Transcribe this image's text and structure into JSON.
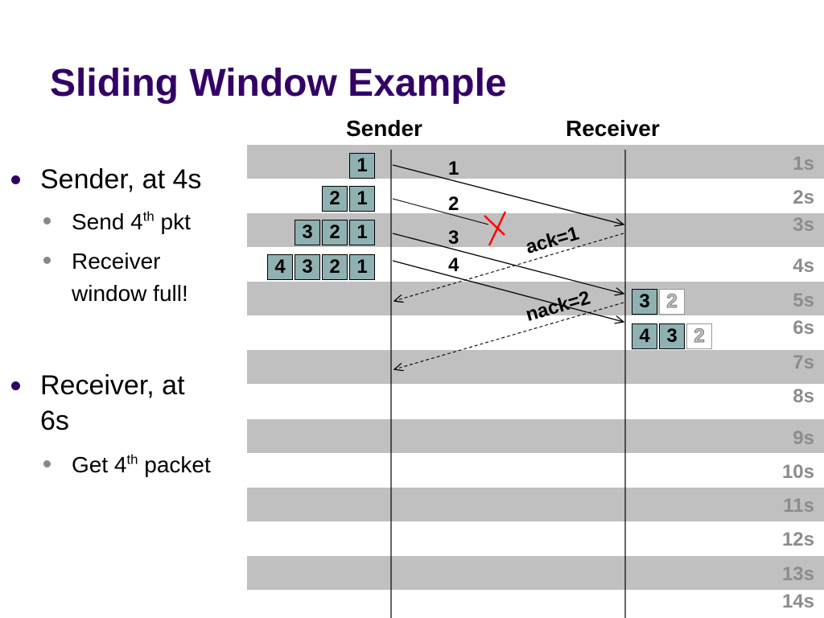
{
  "title": "Sliding Window Example",
  "bullets": [
    {
      "text": "Sender, at 4s"
    },
    {
      "base": "Send 4",
      "sup": "th",
      "rest": " pkt"
    },
    {
      "line1": "Receiver",
      "line2": "window full!"
    },
    {
      "line1": "Receiver, at",
      "line2": "6s"
    },
    {
      "base": "Get 4",
      "sup": "th",
      "rest": " packet"
    }
  ],
  "diagram": {
    "sender_label": "Sender",
    "receiver_label": "Receiver",
    "time_labels": [
      "1s",
      "2s",
      "3s",
      "4s",
      "5s",
      "6s",
      "7s",
      "8s",
      "9s",
      "10s",
      "11s",
      "12s",
      "13s",
      "14s"
    ],
    "sender_windows": [
      [
        "1"
      ],
      [
        "2",
        "1"
      ],
      [
        "3",
        "2",
        "1"
      ],
      [
        "4",
        "3",
        "2",
        "1"
      ]
    ],
    "receiver_windows": [
      {
        "filled": [
          "3"
        ],
        "empty": [
          "2"
        ]
      },
      {
        "filled": [
          "4",
          "3"
        ],
        "empty": [
          "2"
        ]
      }
    ],
    "packet_labels": [
      "1",
      "2",
      "3",
      "4"
    ],
    "ack_label": "ack=1",
    "nack_label": "nack=2",
    "colors": {
      "title": "#330066",
      "stripe": "#c0c0c0",
      "packet_fill": "#8fb1b1",
      "time_label": "#8c8c8c",
      "loss_mark": "#ff0000"
    }
  }
}
